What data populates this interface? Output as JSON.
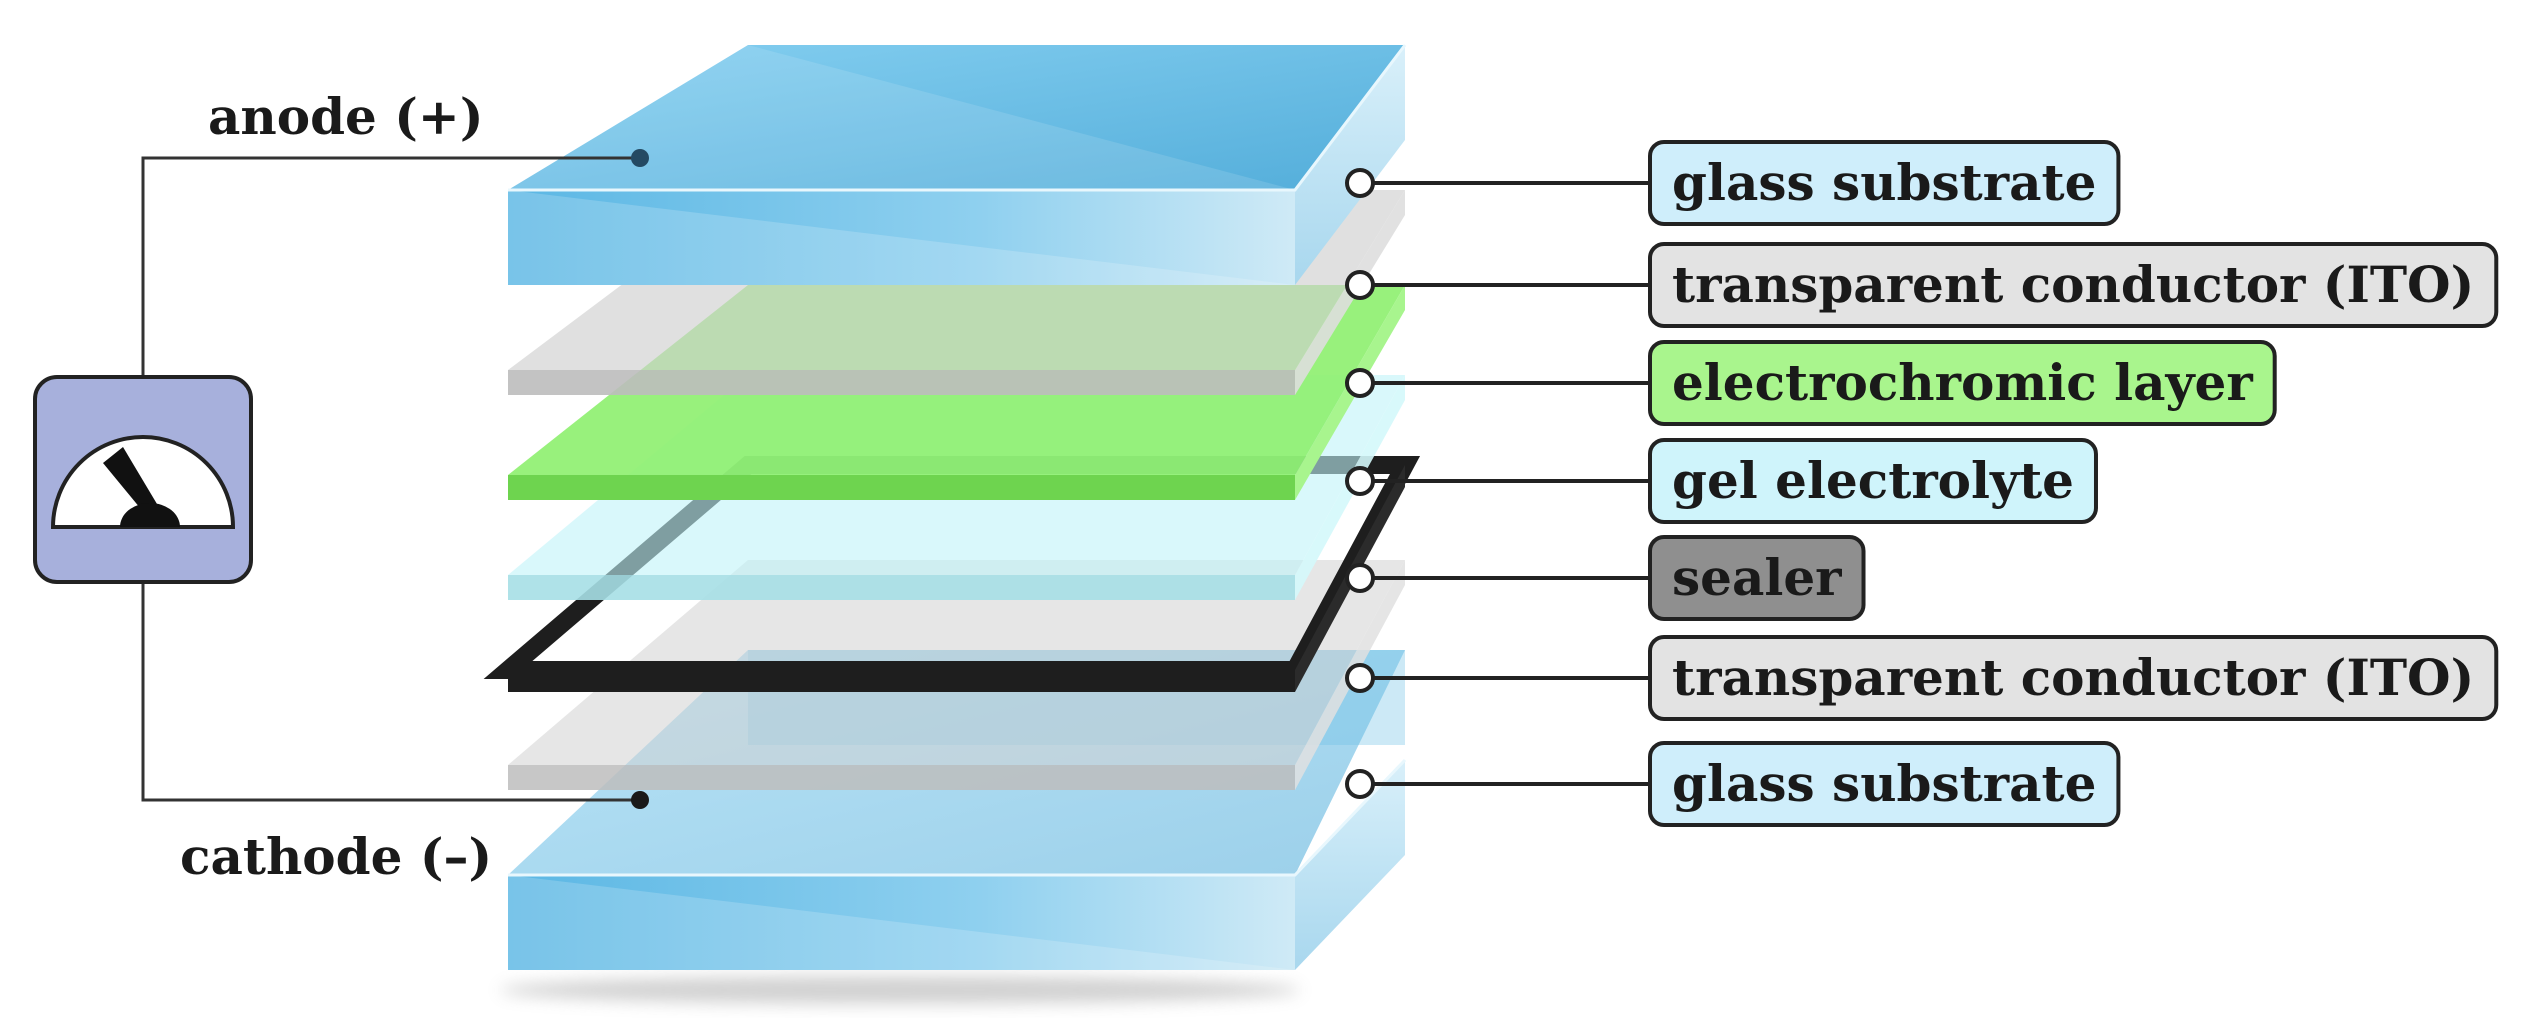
{
  "terminals": {
    "anode": "anode (+)",
    "cathode": "cathode (–)"
  },
  "meter_icon": "voltmeter-icon",
  "colors": {
    "glass": "#5fb8e2",
    "ito": "#c9c9c9",
    "electrochromic": "#8df06e",
    "electrolyte": "#bff4f8",
    "sealer": "#1e1e1e",
    "meter": "#a7b0dc"
  },
  "layers": [
    {
      "key": "glass_top",
      "label": "glass substrate",
      "pill": "#cfeefb"
    },
    {
      "key": "ito_top",
      "label": "transparent conductor (ITO)",
      "pill": "#e3e3e3"
    },
    {
      "key": "electrochromic",
      "label": "electrochromic layer",
      "pill": "#a9f58d"
    },
    {
      "key": "electrolyte",
      "label": "gel electrolyte",
      "pill": "#cff4fb"
    },
    {
      "key": "sealer",
      "label": "sealer",
      "pill": "#8f8f8f"
    },
    {
      "key": "ito_bottom",
      "label": "transparent conductor (ITO)",
      "pill": "#e3e3e3"
    },
    {
      "key": "glass_bottom",
      "label": "glass substrate",
      "pill": "#cfeefb"
    }
  ]
}
